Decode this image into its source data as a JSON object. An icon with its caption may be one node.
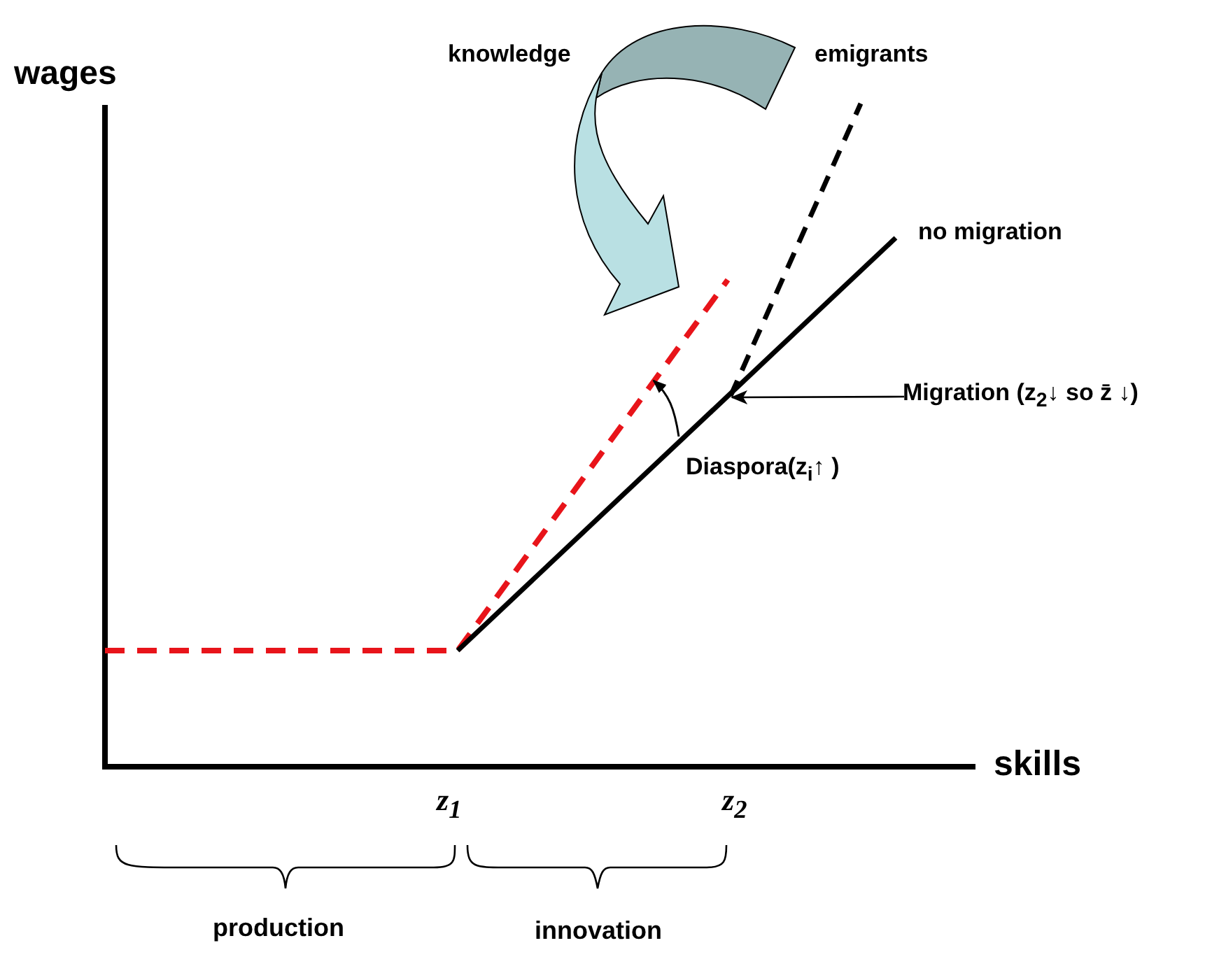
{
  "diagram": {
    "nodes": [
      {
        "text": [
          "Migration (z$_{2}$↓ so z̄ ↓)"
        ]
      },
      {
        "text": [],
        "shape": "line"
      }
    ],
    "edges": [
      {
        "from": 0,
        "to": 1,
        "arrow": "to"
      }
    ],
    "labels": [
      "wages",
      "knowledge",
      "emigrants",
      "no migration",
      "Diaspora(z$_{i}$↑ )",
      "skills",
      "z$_{1}$",
      "z$_{2}$",
      "production",
      "innovation"
    ]
  }
}
